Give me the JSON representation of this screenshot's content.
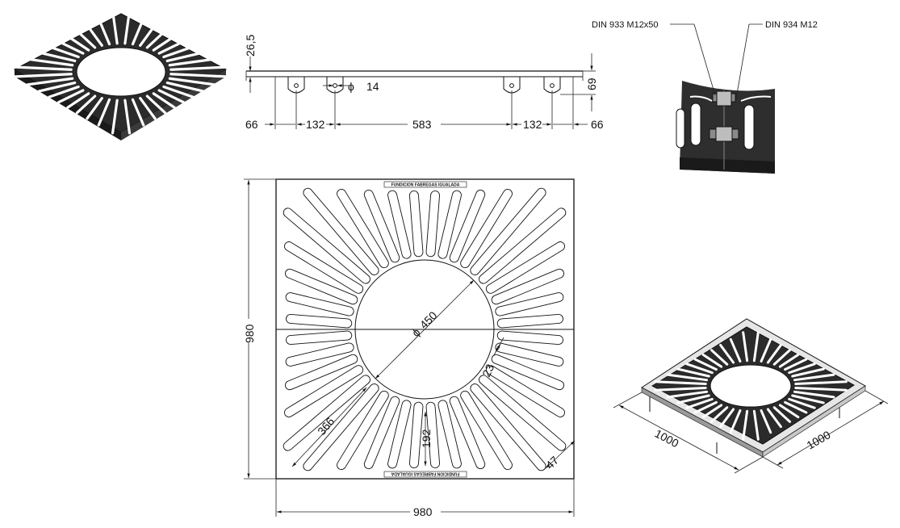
{
  "side_view": {
    "height_label": "26,5",
    "offset_label": "69",
    "hole_label": "14",
    "spacing": [
      "66",
      "132",
      "583",
      "132",
      "66"
    ]
  },
  "bolt_detail": {
    "bolt_label": "DIN 933 M12x50",
    "nut_label": "DIN 934 M12"
  },
  "plan_view": {
    "foundry_text": "FUNDICION FABREGAS IGUALADA",
    "height_label": "980",
    "width_label": "980",
    "circle_label": "450",
    "slot_width_label": "23",
    "long_slot_label": "366",
    "short_slot_label": "192",
    "corner_label": "47"
  },
  "iso_view": {
    "left_label": "1000",
    "right_label": "1000"
  },
  "colors": {
    "grate": "#2b2b2b",
    "grate_edge": "#111111",
    "line": "#111111"
  }
}
